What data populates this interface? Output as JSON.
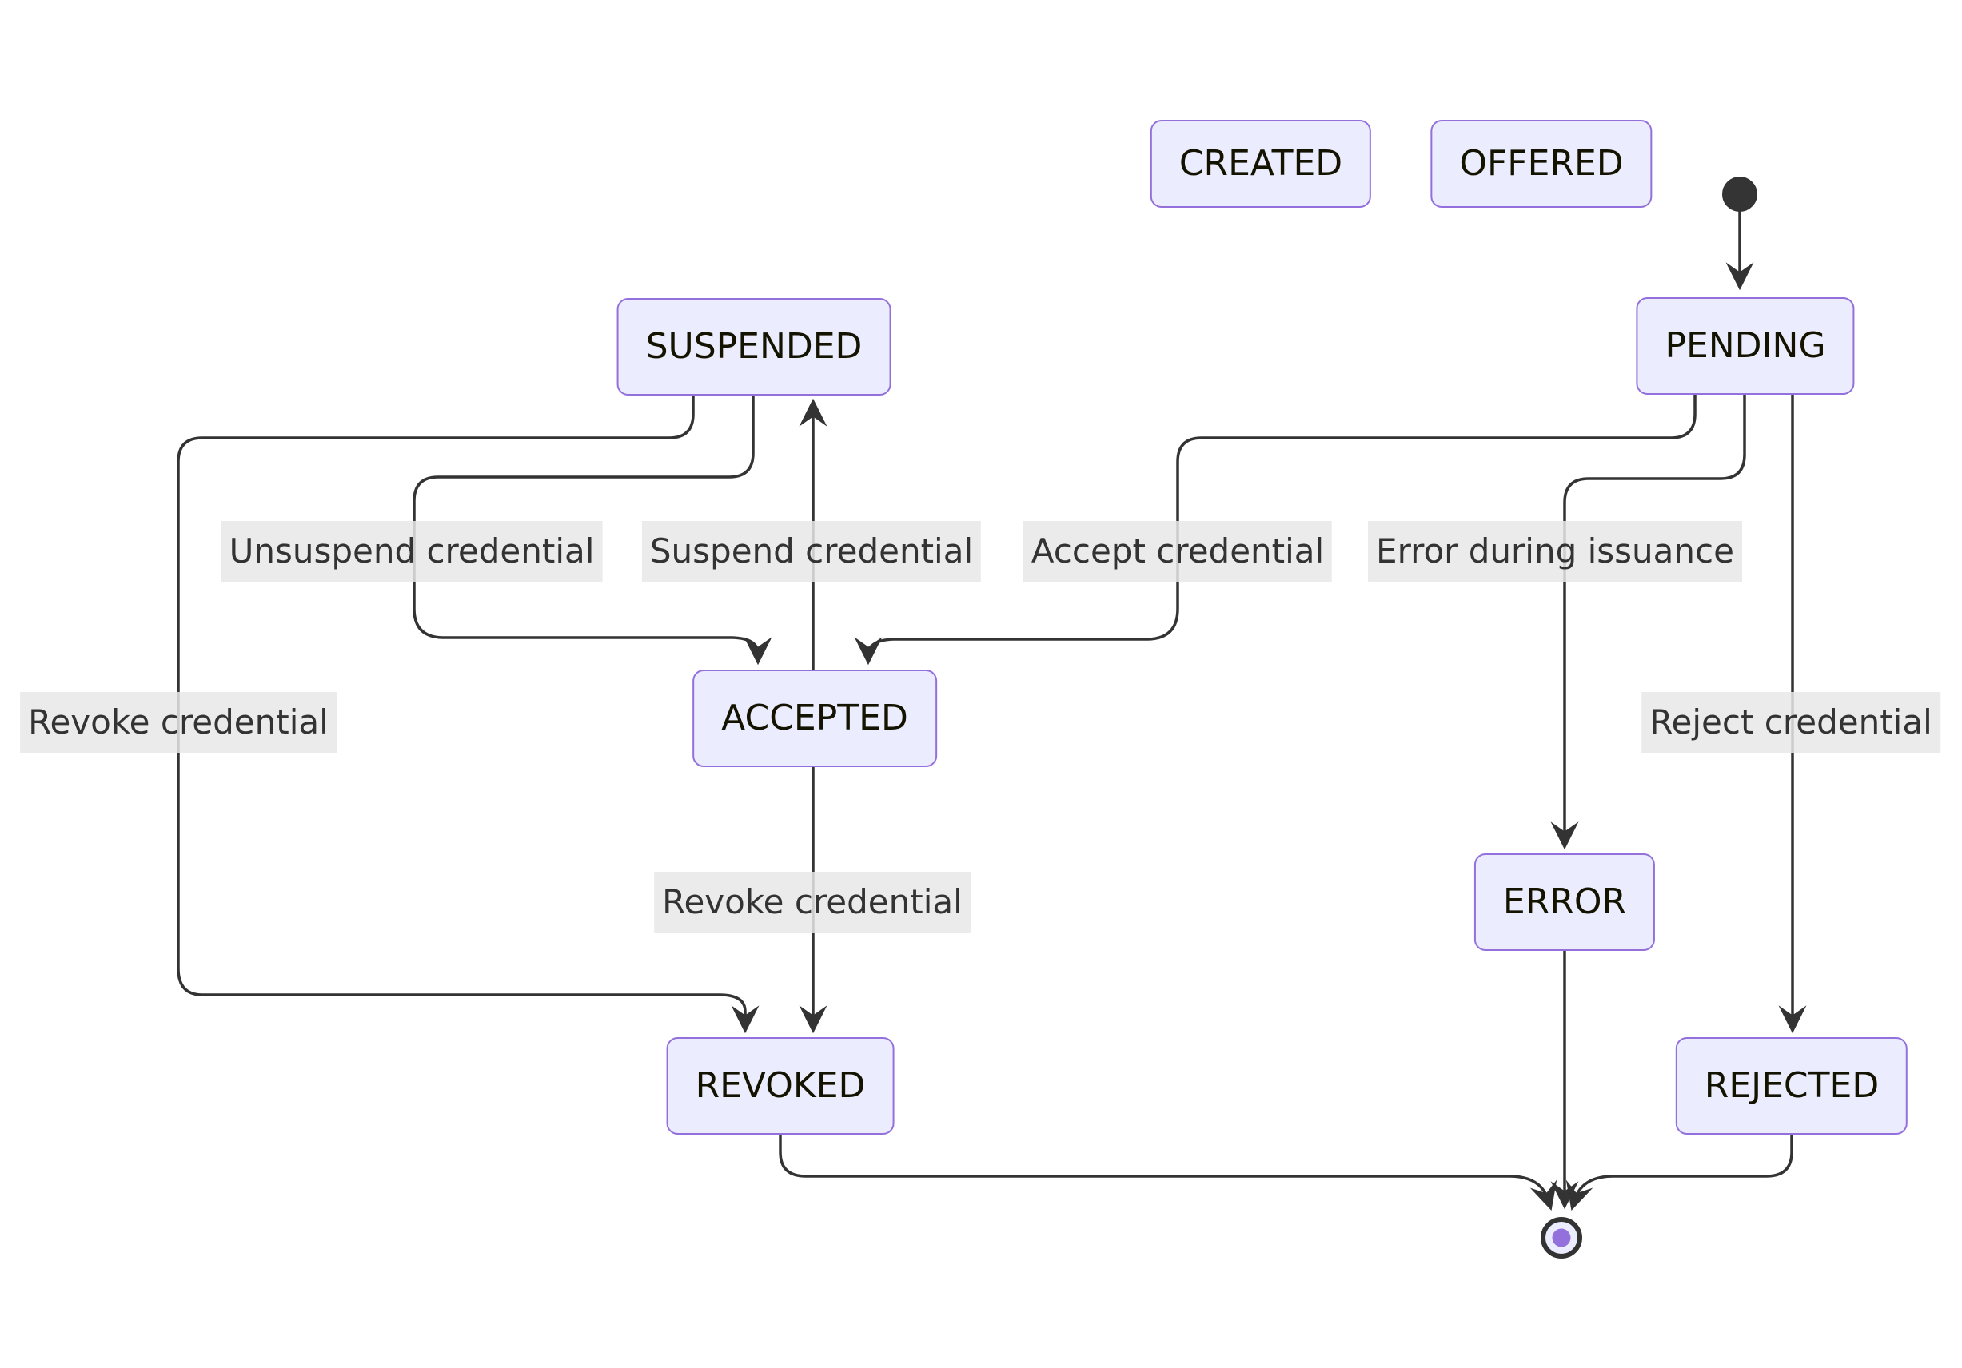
{
  "diagram": {
    "type": "state-diagram",
    "states": {
      "created": "CREATED",
      "offered": "OFFERED",
      "pending": "PENDING",
      "suspended": "SUSPENDED",
      "accepted": "ACCEPTED",
      "error": "ERROR",
      "revoked": "REVOKED",
      "rejected": "REJECTED"
    },
    "transitions": [
      {
        "from": "initial",
        "to": "PENDING",
        "label": ""
      },
      {
        "from": "PENDING",
        "to": "ACCEPTED",
        "label": "Accept credential"
      },
      {
        "from": "PENDING",
        "to": "ERROR",
        "label": "Error during issuance"
      },
      {
        "from": "PENDING",
        "to": "REJECTED",
        "label": "Reject credential"
      },
      {
        "from": "ACCEPTED",
        "to": "SUSPENDED",
        "label": "Suspend credential"
      },
      {
        "from": "SUSPENDED",
        "to": "ACCEPTED",
        "label": "Unsuspend credential"
      },
      {
        "from": "SUSPENDED",
        "to": "REVOKED",
        "label": "Revoke credential"
      },
      {
        "from": "ACCEPTED",
        "to": "REVOKED",
        "label": "Revoke credential"
      },
      {
        "from": "REVOKED",
        "to": "final",
        "label": ""
      },
      {
        "from": "ERROR",
        "to": "final",
        "label": ""
      },
      {
        "from": "REJECTED",
        "to": "final",
        "label": ""
      }
    ],
    "colors": {
      "state_fill": "#ECECFF",
      "state_border": "#9370DB",
      "state_text": "#131300",
      "edge_stroke": "#333333",
      "edge_label_bg": "#e8e8e8",
      "edge_label_text": "#333333",
      "initial_dot": "#343434",
      "final_outer_ring": "#333333",
      "final_inner_dot": "#9370DB",
      "background": "#ffffff"
    }
  }
}
